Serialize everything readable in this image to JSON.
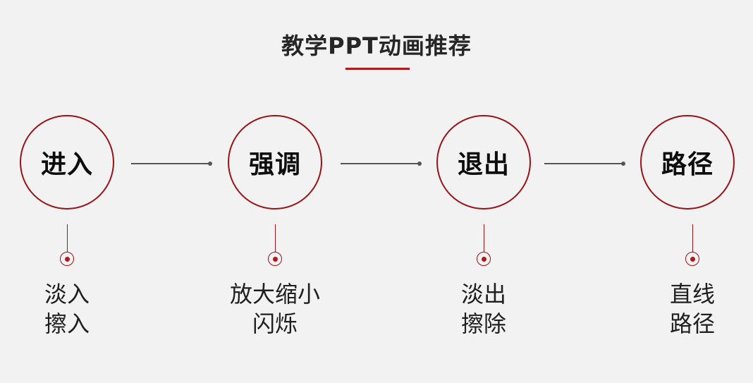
{
  "title": "教学PPT动画推荐",
  "steps": [
    {
      "label": "进入",
      "desc": [
        "淡入",
        "擦入"
      ]
    },
    {
      "label": "强调",
      "desc": [
        "放大缩小",
        "闪烁"
      ]
    },
    {
      "label": "退出",
      "desc": [
        "淡出",
        "擦除"
      ]
    },
    {
      "label": "路径",
      "desc": [
        "直线",
        "路径"
      ]
    }
  ],
  "colors": {
    "accent": "#9b1217",
    "connector": "#555555",
    "background": "#f2f2f2"
  }
}
